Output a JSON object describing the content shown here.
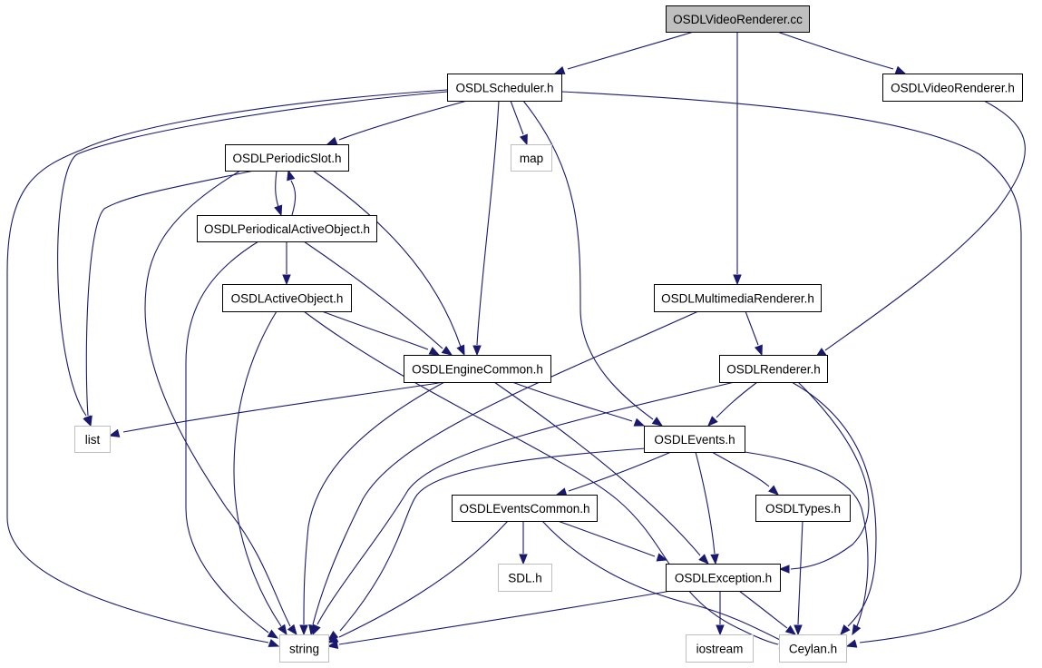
{
  "diagram": {
    "type": "include-dependency-graph",
    "root": "OSDLVideoRenderer.cc",
    "colors": {
      "edge": "#191970",
      "node_border": "#000000",
      "external_node_border": "#bfbfbf",
      "root_fill": "#bfbfbf",
      "background": "#ffffff"
    },
    "nodes": [
      {
        "id": "root",
        "label": "OSDLVideoRenderer.cc",
        "kind": "root"
      },
      {
        "id": "scheduler",
        "label": "OSDLScheduler.h",
        "kind": "header"
      },
      {
        "id": "videorenderer",
        "label": "OSDLVideoRenderer.h",
        "kind": "header"
      },
      {
        "id": "periodicslot",
        "label": "OSDLPeriodicSlot.h",
        "kind": "header"
      },
      {
        "id": "map",
        "label": "map",
        "kind": "external"
      },
      {
        "id": "periodicalactive",
        "label": "OSDLPeriodicalActiveObject.h",
        "kind": "header"
      },
      {
        "id": "activeobject",
        "label": "OSDLActiveObject.h",
        "kind": "header"
      },
      {
        "id": "multimedia",
        "label": "OSDLMultimediaRenderer.h",
        "kind": "header"
      },
      {
        "id": "enginecommon",
        "label": "OSDLEngineCommon.h",
        "kind": "header"
      },
      {
        "id": "renderer",
        "label": "OSDLRenderer.h",
        "kind": "header"
      },
      {
        "id": "list",
        "label": "list",
        "kind": "external"
      },
      {
        "id": "events",
        "label": "OSDLEvents.h",
        "kind": "header"
      },
      {
        "id": "eventscommon",
        "label": "OSDLEventsCommon.h",
        "kind": "header"
      },
      {
        "id": "types",
        "label": "OSDLTypes.h",
        "kind": "header"
      },
      {
        "id": "sdl",
        "label": "SDL.h",
        "kind": "external"
      },
      {
        "id": "exception",
        "label": "OSDLException.h",
        "kind": "header"
      },
      {
        "id": "string",
        "label": "string",
        "kind": "external"
      },
      {
        "id": "iostream",
        "label": "iostream",
        "kind": "external"
      },
      {
        "id": "ceylan",
        "label": "Ceylan.h",
        "kind": "external"
      }
    ],
    "edges": [
      {
        "from": "root",
        "to": "scheduler"
      },
      {
        "from": "root",
        "to": "videorenderer"
      },
      {
        "from": "root",
        "to": "multimedia"
      },
      {
        "from": "scheduler",
        "to": "periodicslot"
      },
      {
        "from": "scheduler",
        "to": "map"
      },
      {
        "from": "scheduler",
        "to": "list"
      },
      {
        "from": "scheduler",
        "to": "string"
      },
      {
        "from": "scheduler",
        "to": "enginecommon"
      },
      {
        "from": "scheduler",
        "to": "events"
      },
      {
        "from": "scheduler",
        "to": "ceylan"
      },
      {
        "from": "videorenderer",
        "to": "renderer"
      },
      {
        "from": "periodicslot",
        "to": "periodicalactive"
      },
      {
        "from": "periodicslot",
        "to": "list"
      },
      {
        "from": "periodicslot",
        "to": "string"
      },
      {
        "from": "periodicslot",
        "to": "enginecommon"
      },
      {
        "from": "periodicalactive",
        "to": "periodicslot"
      },
      {
        "from": "periodicalactive",
        "to": "activeobject"
      },
      {
        "from": "periodicalactive",
        "to": "string"
      },
      {
        "from": "periodicalactive",
        "to": "enginecommon"
      },
      {
        "from": "activeobject",
        "to": "enginecommon"
      },
      {
        "from": "activeobject",
        "to": "string"
      },
      {
        "from": "activeobject",
        "to": "ceylan"
      },
      {
        "from": "multimedia",
        "to": "renderer"
      },
      {
        "from": "multimedia",
        "to": "string"
      },
      {
        "from": "enginecommon",
        "to": "list"
      },
      {
        "from": "enginecommon",
        "to": "events"
      },
      {
        "from": "enginecommon",
        "to": "string"
      },
      {
        "from": "enginecommon",
        "to": "exception"
      },
      {
        "from": "renderer",
        "to": "events"
      },
      {
        "from": "renderer",
        "to": "string"
      },
      {
        "from": "renderer",
        "to": "exception"
      },
      {
        "from": "renderer",
        "to": "ceylan"
      },
      {
        "from": "events",
        "to": "eventscommon"
      },
      {
        "from": "events",
        "to": "types"
      },
      {
        "from": "events",
        "to": "exception"
      },
      {
        "from": "events",
        "to": "string"
      },
      {
        "from": "events",
        "to": "ceylan"
      },
      {
        "from": "eventscommon",
        "to": "sdl"
      },
      {
        "from": "eventscommon",
        "to": "exception"
      },
      {
        "from": "eventscommon",
        "to": "string"
      },
      {
        "from": "eventscommon",
        "to": "ceylan"
      },
      {
        "from": "types",
        "to": "ceylan"
      },
      {
        "from": "exception",
        "to": "string"
      },
      {
        "from": "exception",
        "to": "iostream"
      },
      {
        "from": "exception",
        "to": "ceylan"
      }
    ]
  }
}
